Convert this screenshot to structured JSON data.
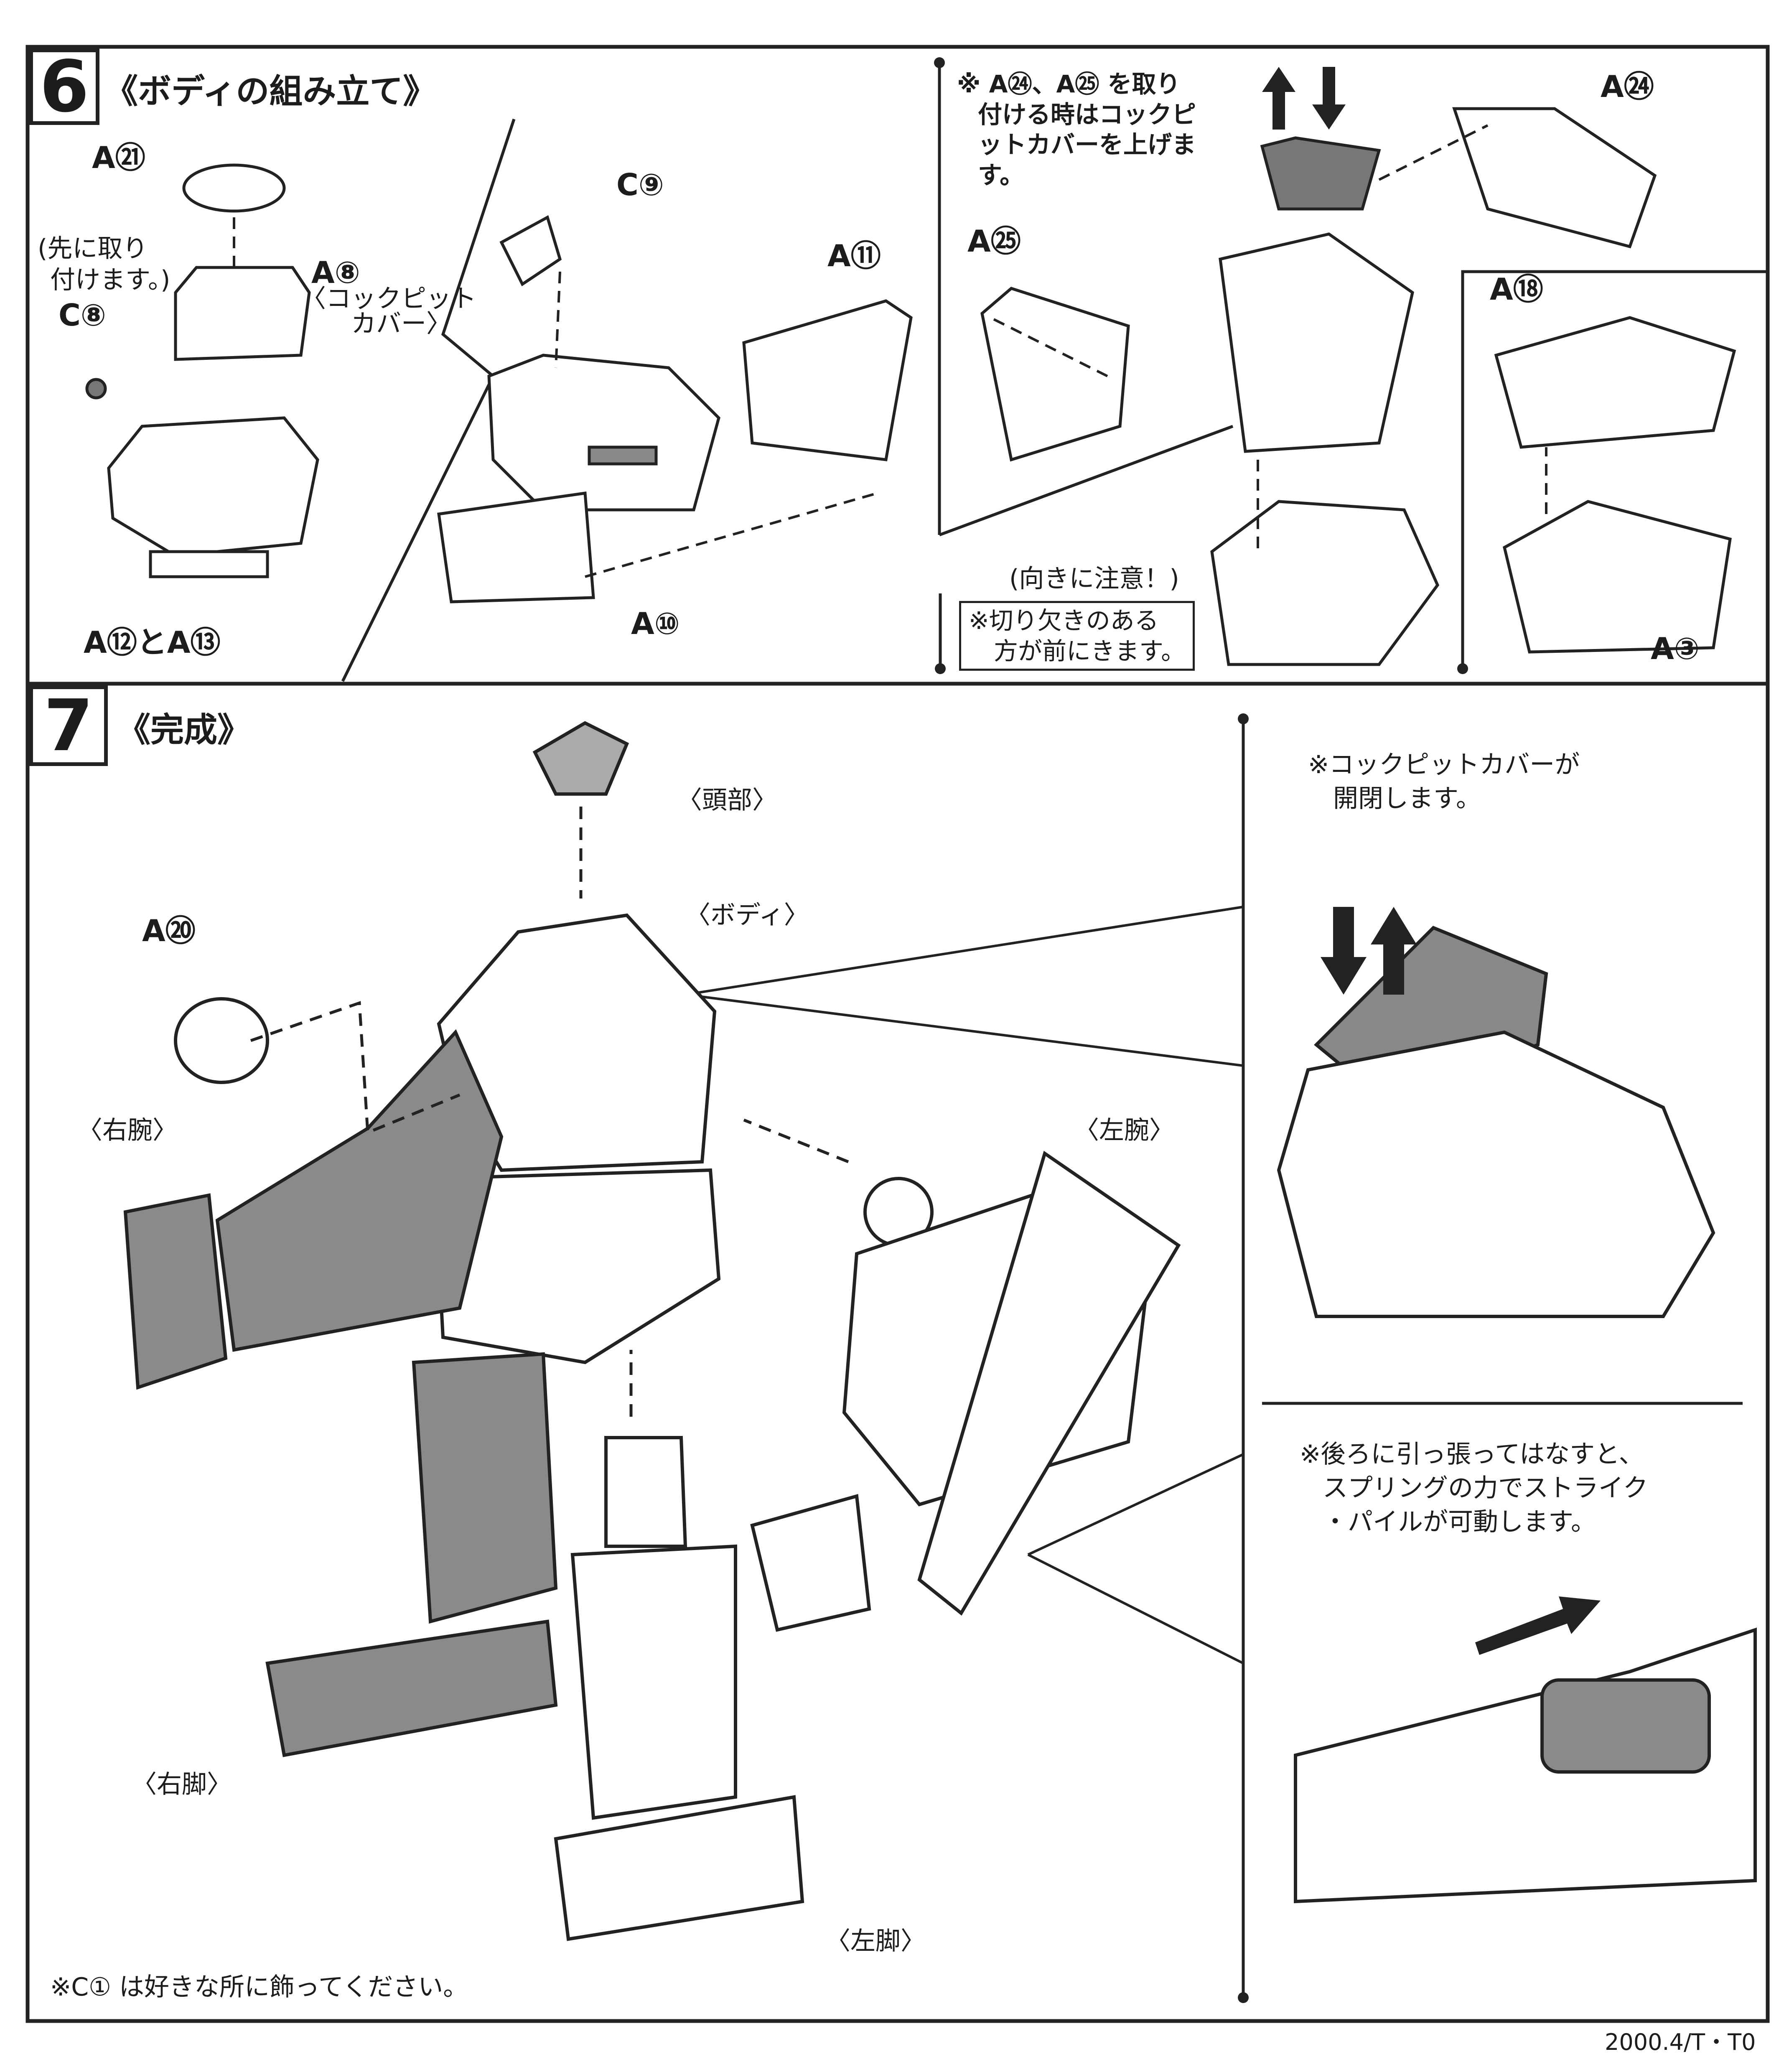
{
  "step6": {
    "number": "6",
    "title": "《ボディの組み立て》",
    "labels": {
      "a21": "A㉑",
      "attach_first": [
        "(先に取り",
        "付けます。)"
      ],
      "c8": "C⑧",
      "a8": "A⑧",
      "cockpit_cover": [
        "〈コックピット",
        "カバー〉"
      ],
      "a12_a13": "A⑫とA⑬",
      "c9": "C⑨",
      "a11": "A⑪",
      "a10": "A⑩",
      "a24": "A㉔",
      "a25": "A㉕",
      "a18": "A⑱",
      "a3": "A③"
    },
    "note_a24_a25": [
      "※ A㉔、A㉕ を取り",
      "付ける時はコックピ",
      "ットカバーを上げま",
      "す。"
    ],
    "orientation_caution": "(向きに注意！)",
    "notch_note": [
      "※切り欠きのある",
      "方が前にきます。"
    ]
  },
  "step7": {
    "number": "7",
    "title": "《完成》",
    "labels": {
      "head": "〈頭部〉",
      "body": "〈ボディ〉",
      "a20": "A⑳",
      "right_arm": "〈右腕〉",
      "left_arm": "〈左腕〉",
      "right_leg": "〈右脚〉",
      "left_leg": "〈左脚〉"
    },
    "c1_note": "※C① は好きな所に飾ってください。",
    "cockpit_note": [
      "※コックピットカバーが",
      "開閉します。"
    ],
    "spring_note": [
      "※後ろに引っ張ってはなすと、",
      "スプリングの力でストライク",
      "・パイルが可動します。"
    ]
  },
  "footer": "2000.4/T・T0",
  "colors": {
    "ink": "#1c1c1c",
    "part_gray": "#8a8a8a",
    "paper": "#ffffff"
  }
}
